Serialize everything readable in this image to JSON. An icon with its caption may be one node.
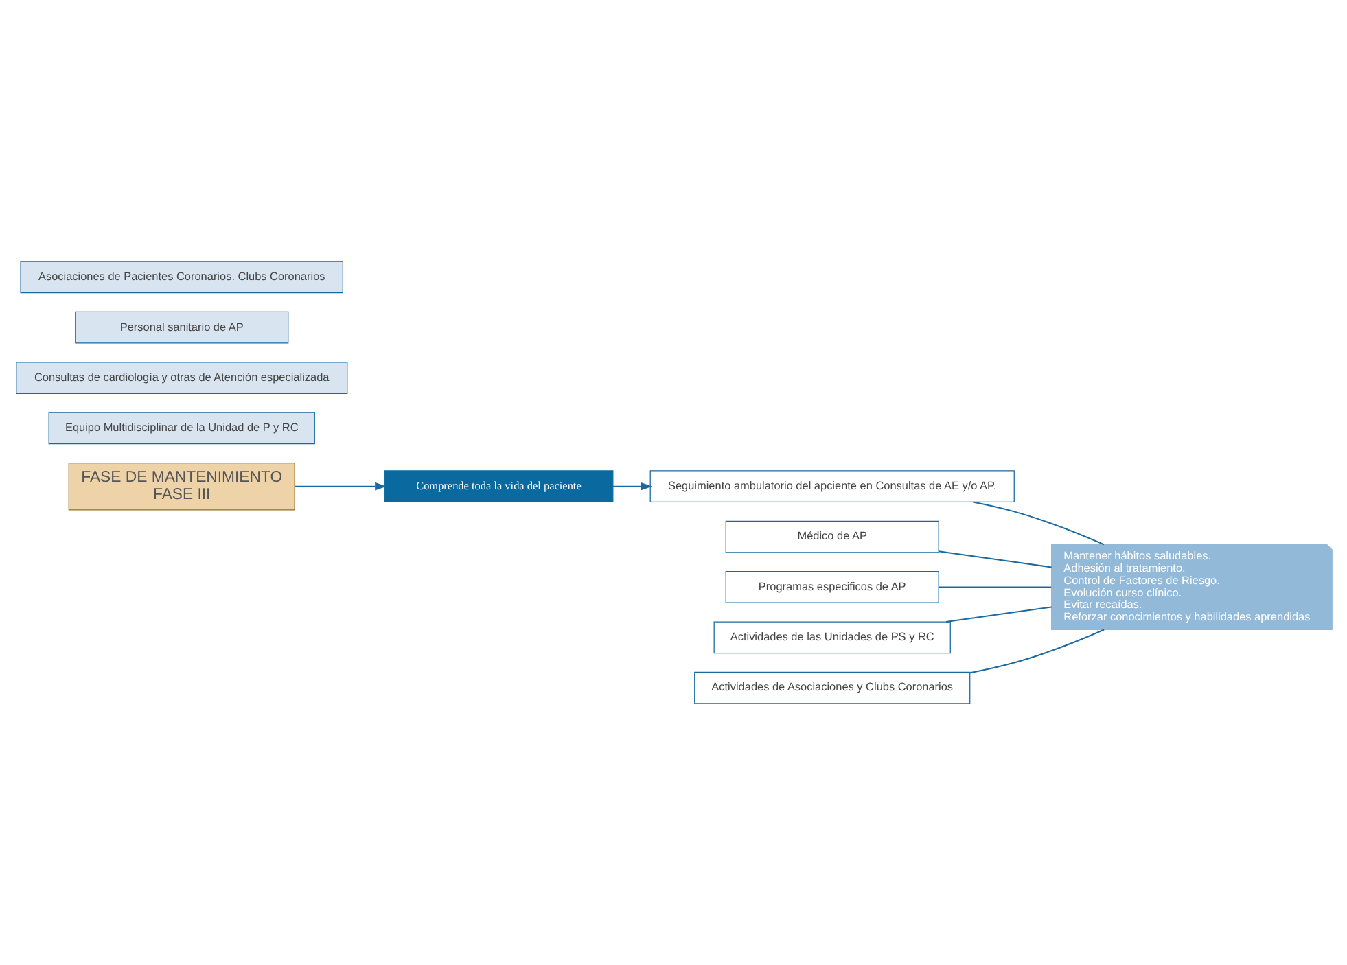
{
  "diagram": {
    "nodes": [
      {
        "text": [
          "FASE DE MANTENIMIENTO",
          "FASE III"
        ]
      },
      {
        "text": [
          "Comprende toda la vida del paciente"
        ]
      },
      {
        "text": [
          "Equipo Multidisciplinar de la Unidad de P y RC"
        ]
      },
      {
        "text": [
          "Consultas de cardiología y otras de Atención especializada"
        ]
      },
      {
        "text": [
          "Personal sanitario de AP"
        ]
      },
      {
        "text": [
          "Asociaciones de Pacientes Coronarios. Clubs Coronarios"
        ]
      },
      {
        "text": [
          "Seguimiento ambulatorio del apciente en Consultas de AE y/o AP."
        ]
      },
      {
        "text": [
          "Médico de AP"
        ]
      },
      {
        "text": [
          "Programas especificos de AP"
        ]
      },
      {
        "text": [
          "Actividades de las Unidades de PS y RC"
        ]
      },
      {
        "text": [
          "Actividades de Asociaciones y Clubs Coronarios"
        ]
      },
      {
        "text": [
          "Mantener hábitos saludables.",
          "Adhesión al tratamiento.",
          "Control de Factores de Riesgo.",
          "Evolución curso clínico.",
          "Evitar recaídas.",
          "Reforzar conocimientos y habilidades aprendidas"
        ]
      }
    ],
    "edges": [
      {
        "from": 0,
        "to": 1,
        "arrow": "to"
      },
      {
        "from": 1,
        "to": 6,
        "arrow": "to"
      },
      {
        "from": 6,
        "to": 11,
        "arrow": "none"
      },
      {
        "from": 7,
        "to": 11,
        "arrow": "none"
      },
      {
        "from": 8,
        "to": 11,
        "arrow": "none"
      },
      {
        "from": 9,
        "to": 11,
        "arrow": "none"
      },
      {
        "from": 10,
        "to": 11,
        "arrow": "none"
      }
    ]
  }
}
